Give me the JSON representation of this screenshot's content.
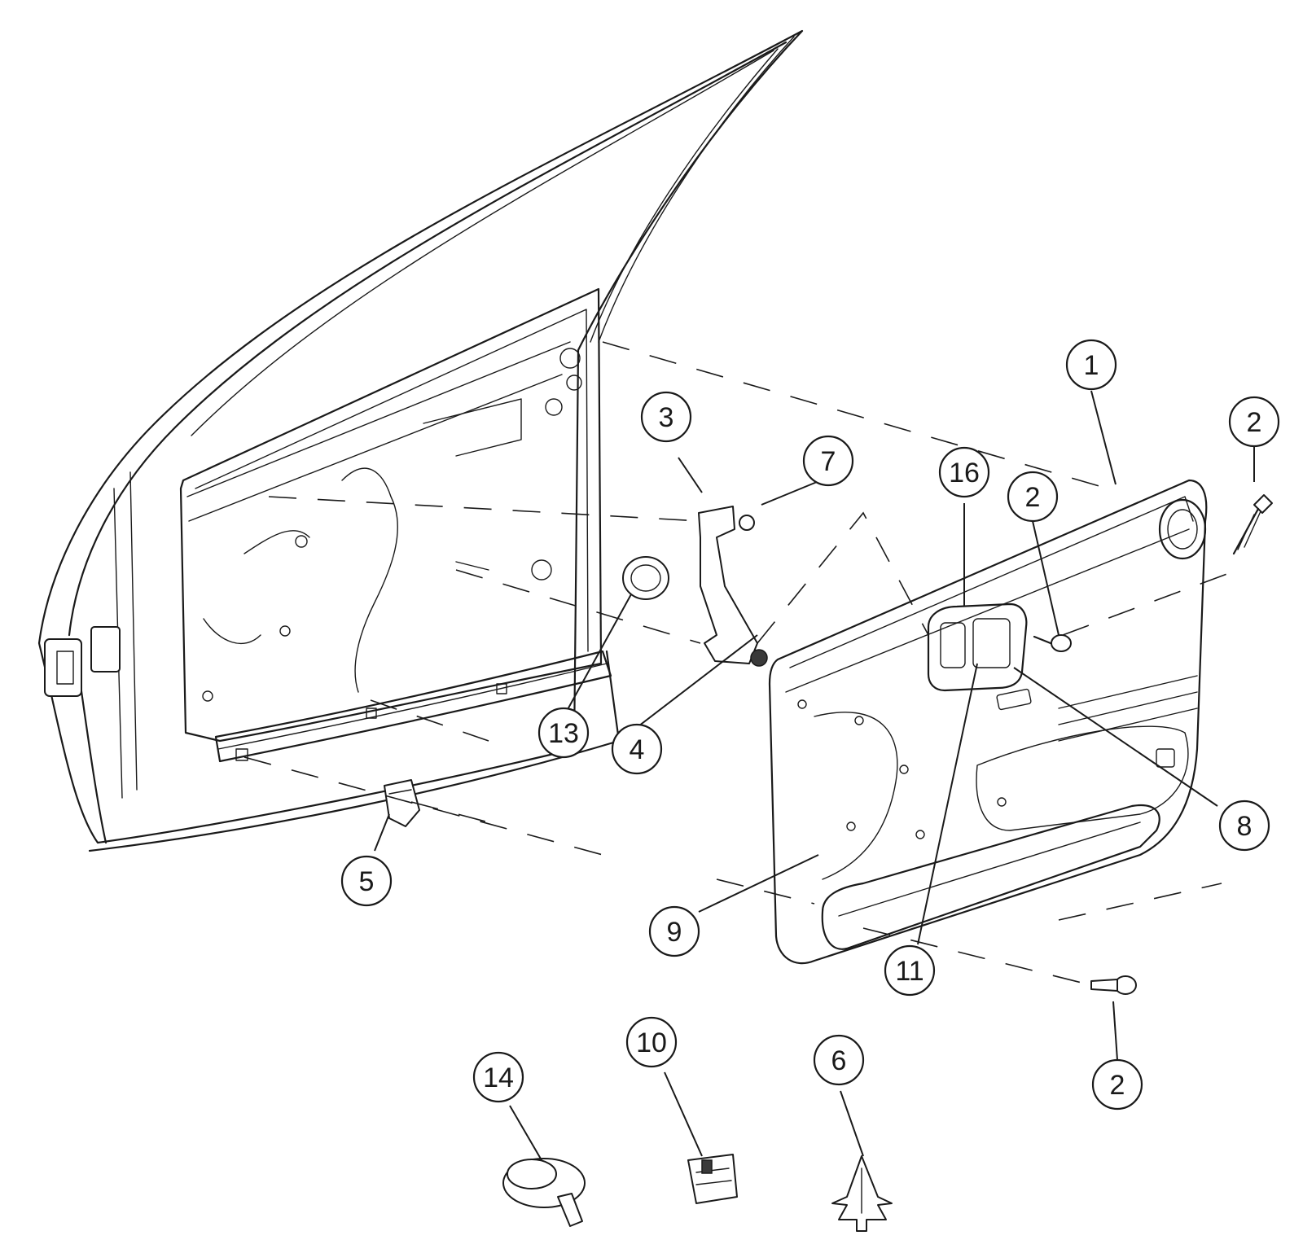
{
  "diagram": {
    "callouts": [
      {
        "id": "c1",
        "label": "1"
      },
      {
        "id": "c2a",
        "label": "2"
      },
      {
        "id": "c2b",
        "label": "2"
      },
      {
        "id": "c2c",
        "label": "2"
      },
      {
        "id": "c3",
        "label": "3"
      },
      {
        "id": "c4",
        "label": "4"
      },
      {
        "id": "c5",
        "label": "5"
      },
      {
        "id": "c6",
        "label": "6"
      },
      {
        "id": "c7",
        "label": "7"
      },
      {
        "id": "c8",
        "label": "8"
      },
      {
        "id": "c9",
        "label": "9"
      },
      {
        "id": "c10",
        "label": "10"
      },
      {
        "id": "c11",
        "label": "11"
      },
      {
        "id": "c13",
        "label": "13"
      },
      {
        "id": "c14",
        "label": "14"
      },
      {
        "id": "c16",
        "label": "16"
      }
    ]
  }
}
